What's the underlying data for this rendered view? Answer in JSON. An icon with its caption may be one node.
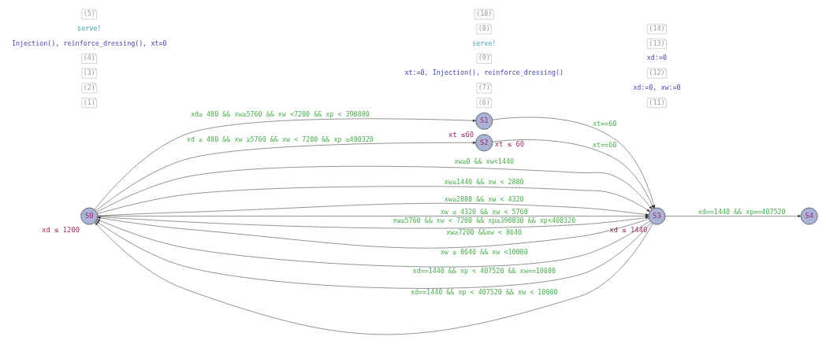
{
  "diagram": {
    "nodes": [
      {
        "text": [
          "S0"
        ],
        "beside": [
          "xd ≤ 1200"
        ]
      },
      {
        "text": [
          "S1"
        ],
        "beside": [
          "xt ≤60"
        ]
      },
      {
        "text": [
          "S2"
        ],
        "beside": [
          "xt ≤ 60"
        ]
      },
      {
        "text": [
          "S3"
        ],
        "beside": [
          "xd ≤ 1440"
        ]
      },
      {
        "text": [
          "S4"
        ]
      }
    ],
    "edges": [
      {
        "from": 0,
        "to": 3,
        "arrow": "to",
        "label": "xw≥0 && xw<1440"
      },
      {
        "from": 0,
        "to": 3,
        "arrow": "to",
        "label": "xw≥1440 && xw < 2880"
      },
      {
        "from": 0,
        "to": 3,
        "arrow": "to",
        "label": "xw≥2880 && xw < 4320"
      },
      {
        "from": 0,
        "to": 3,
        "arrow": "to",
        "label": "xw ≥ 4320 && xw < 5760"
      },
      {
        "from": 0,
        "to": 1,
        "arrow": "to",
        "label": "xd≥ 480 && xw≥5760 && xw <7200 && xp < 398880"
      },
      {
        "from": 1,
        "to": 3,
        "arrow": "to",
        "label": "xt==60"
      },
      {
        "from": 0,
        "to": 3,
        "arrow": "to",
        "label": "xw≥5760 && xw < 7200 && xp≥398830 && xp<400320"
      },
      {
        "from": 0,
        "to": 2,
        "arrow": "to",
        "label": "xd ≥ 480 && xw ≥5760 && xw < 7200 && xp ≥400320"
      },
      {
        "from": 2,
        "to": 3,
        "arrow": "to",
        "label": "xt==60"
      },
      {
        "from": 3,
        "to": 0,
        "arrow": "to",
        "label": "xw≥7200 &&xw < 8640"
      },
      {
        "from": 3,
        "to": 0,
        "arrow": "to",
        "label": "xw ≥ 8640 && xw <10080"
      },
      {
        "from": 3,
        "to": 0,
        "arrow": "to",
        "label": "xd==1440 && xp < 407520 && xw==10080"
      },
      {
        "from": 3,
        "to": 0,
        "arrow": "to",
        "label": "xd==1440 && xp < 407520 && xw < 10080"
      },
      {
        "from": 3,
        "to": 4,
        "arrow": "to",
        "label": "xd==1440 && xp==407520"
      }
    ],
    "labels": [
      "(1)",
      "(2)",
      "(3)",
      "(4)",
      "Injection(), reinforce_dressing(), xt=0",
      "serve!",
      "(5)",
      "(6)",
      "(7)",
      "xt:=0, Injection(), reinforce_dressing()",
      "(9)",
      "serve!",
      "(8)",
      "(10)",
      "(11)",
      "xd:=0, xw:=0",
      "(12)",
      "xd:=0",
      "(13)",
      "(14)"
    ]
  }
}
